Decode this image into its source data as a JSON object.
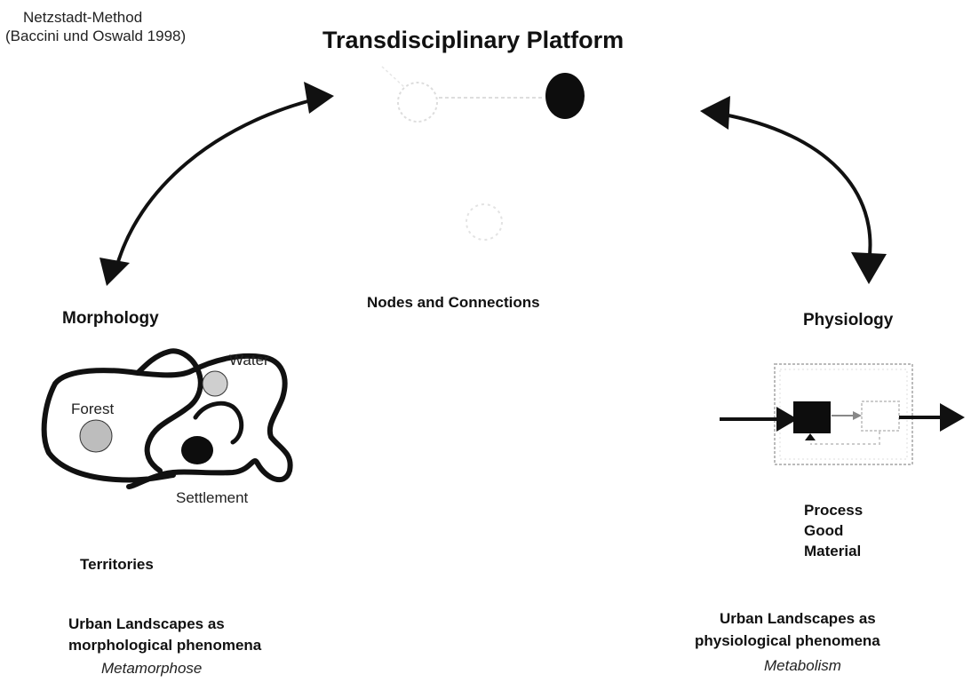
{
  "method": {
    "line1": "Netzstadt-Method",
    "line2": "(Baccini und Oswald 1998)"
  },
  "platform": {
    "title": "Transdisciplinary Platform",
    "caption": "Nodes and Connections"
  },
  "morphology": {
    "heading": "Morphology",
    "labels": {
      "water": "Water",
      "forest": "Forest",
      "settlement": "Settlement"
    },
    "subtitle": "Territories",
    "description_line1": "Urban Landscapes as",
    "description_line2": "morphological phenomena",
    "keyword": "Metamorphose"
  },
  "physiology": {
    "heading": "Physiology",
    "items": [
      "Process",
      "Good",
      "Material"
    ],
    "description_line1": "Urban Landscapes as",
    "description_line2": "physiological phenomena",
    "keyword": "Metabolism"
  },
  "colors": {
    "ink": "#111111",
    "light_fill": "#cccccc",
    "faint": "#d8d8d8"
  }
}
